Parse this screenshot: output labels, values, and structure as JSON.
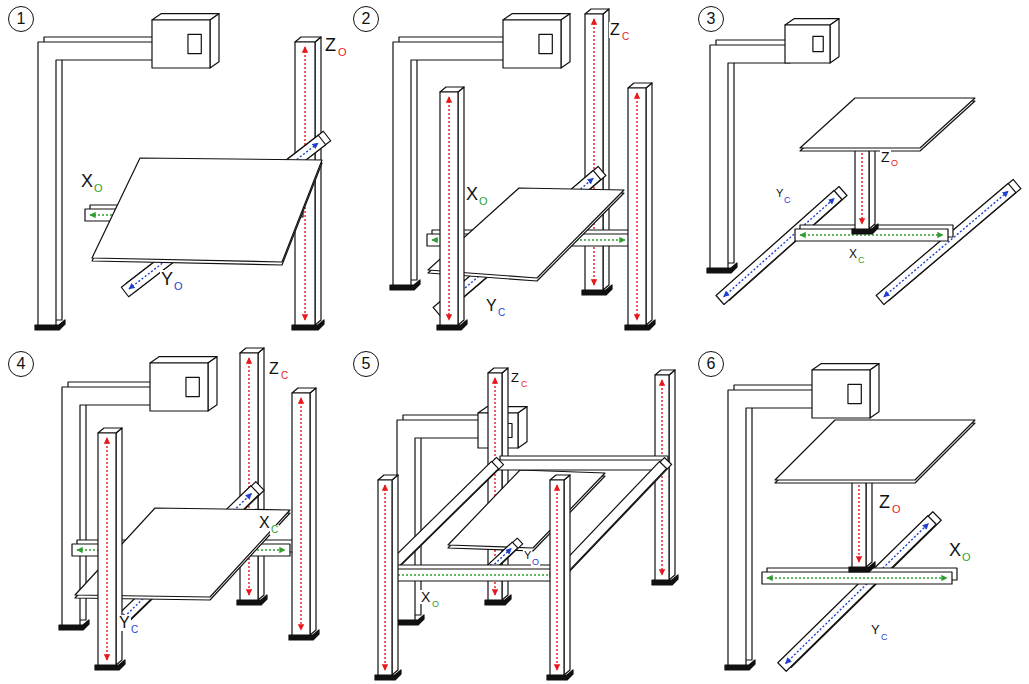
{
  "diagram": {
    "nodes": [
      {
        "text": [
          "1"
        ]
      },
      {
        "text": [
          "2"
        ]
      },
      {
        "text": [
          "3"
        ]
      },
      {
        "text": [
          "4"
        ]
      },
      {
        "text": [
          "5"
        ]
      },
      {
        "text": [
          "6"
        ]
      }
    ],
    "labels": [
      "X",
      "O",
      "Y",
      "O",
      "Z",
      "O",
      "X",
      "O",
      "Y",
      "C",
      "Z",
      "C",
      "Z",
      "O",
      "Y",
      "C",
      "X",
      "C",
      "Z",
      "C",
      "X",
      "C",
      "Y",
      "C",
      "Z",
      "C",
      "Y",
      "O",
      "X",
      "O",
      "Z",
      "O",
      "X",
      "O",
      "Y",
      "C"
    ]
  }
}
